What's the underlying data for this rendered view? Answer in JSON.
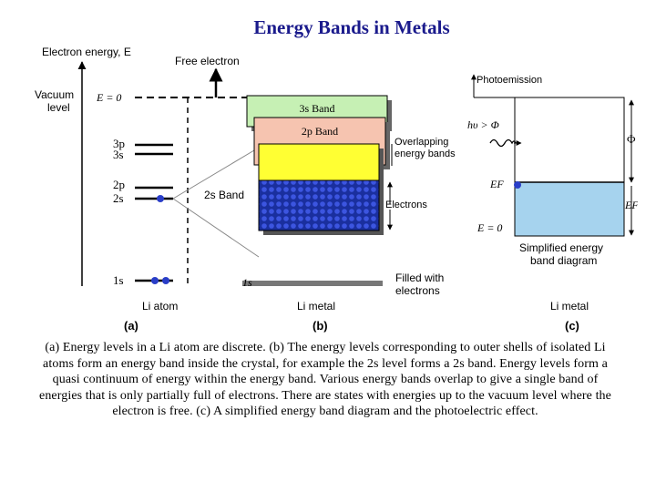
{
  "title": "Energy Bands in Metals",
  "panel_a": {
    "axis_label": "Electron energy, E",
    "vacuum_level_line1": "Vacuum",
    "vacuum_level_line2": "level",
    "e_zero": "E = 0",
    "free_electron": "Free electron",
    "levels": [
      "3p",
      "3s",
      "2p",
      "2s",
      "1s"
    ],
    "atom_label": "Li atom",
    "panel_letter": "(a)"
  },
  "panel_b": {
    "band_3s": "3s Band",
    "band_2p": "2p Band",
    "band_2s": "2s Band",
    "overlap_line1": "Overlapping",
    "overlap_line2": "energy bands",
    "electrons": "Electrons",
    "level_1s": "1s",
    "filled_line1": "Filled with",
    "filled_line2": "electrons",
    "metal_label": "Li metal",
    "panel_letter": "(b)"
  },
  "panel_c": {
    "photoemission": "Photoemission",
    "photon": "hυ > Φ",
    "phi": "Φ",
    "ef": "EF",
    "e_zero": "E = 0",
    "simplified_line1": "Simplified energy",
    "simplified_line2": "band diagram",
    "metal_label": "Li metal",
    "panel_letter": "(c)"
  },
  "caption": "(a) Energy levels in a Li atom are discrete. (b) The energy levels corresponding to outer shells of isolated Li atoms form an energy band inside the crystal, for example the 2s level forms a 2s band. Energy levels form a quasi continuum of energy within the energy band. Various energy bands overlap to give a single band of energies that is only partially full of electrons. There are states with energies up to the vacuum level where the electron is free. (c) A simplified energy band diagram and the photoelectric effect.",
  "colors": {
    "title": "#1a1a8c",
    "band_3s": "#c6f0b4",
    "band_2p": "#f6c4b0",
    "band_2s_empty": "#ffff33",
    "band_2s_filled": "#1a2f9e",
    "electron": "#2a3ec8",
    "band_fill_c": "#a6d3ee"
  }
}
